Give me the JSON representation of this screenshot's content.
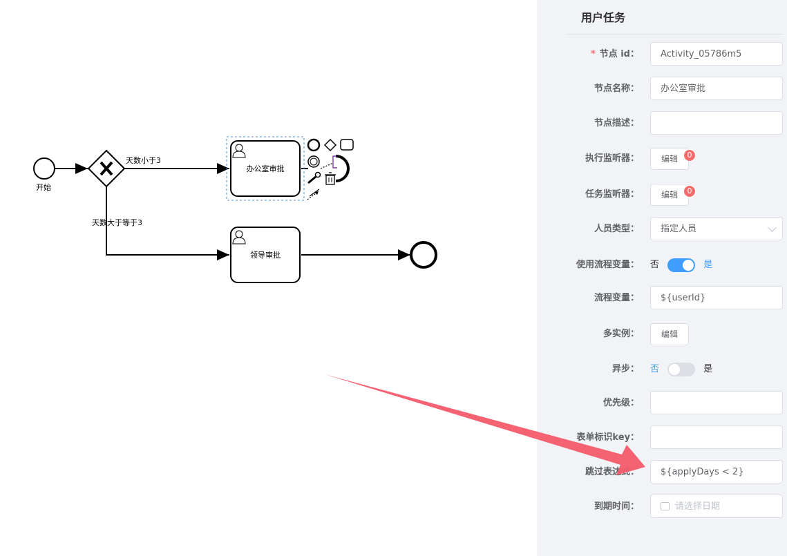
{
  "diagram": {
    "start_label": "开始",
    "flow_less_label": "天数小于3",
    "flow_gte_label": "天数大于等于3",
    "task_office_label": "办公室审批",
    "task_leader_label": "领导审批"
  },
  "panel": {
    "title": "用户任务",
    "node_id": {
      "label": "节点 id：",
      "required_mark": "*",
      "value": "Activity_05786m5"
    },
    "node_name": {
      "label": "节点名称：",
      "value": "办公室审批"
    },
    "node_desc": {
      "label": "节点描述：",
      "value": ""
    },
    "exec_listener": {
      "label": "执行监听器：",
      "button": "编辑",
      "badge": "0"
    },
    "task_listener": {
      "label": "任务监听器：",
      "button": "编辑",
      "badge": "0"
    },
    "assignee_type": {
      "label": "人员类型：",
      "value": "指定人员"
    },
    "use_variable": {
      "label": "使用流程变量：",
      "off_text": "否",
      "on_text": "是",
      "enabled": true
    },
    "variable": {
      "label": "流程变量：",
      "value": "${userId}"
    },
    "multi_instance": {
      "label": "多实例：",
      "button": "编辑"
    },
    "async": {
      "label": "异步：",
      "off_text": "否",
      "on_text": "是",
      "enabled": false
    },
    "priority": {
      "label": "优先级：",
      "value": ""
    },
    "form_key": {
      "label": "表单标识key：",
      "value": ""
    },
    "skip_expr": {
      "label": "跳过表达式：",
      "value": "${applyDays < 2}"
    },
    "due_date": {
      "label": "到期时间：",
      "placeholder": "请选择日期"
    }
  },
  "colors": {
    "accent": "#409eff",
    "badge": "#f56c6c",
    "arrow": "#f45a6a",
    "panel_bg": "#f2f3f6"
  },
  "icons": [
    "user-task-icon",
    "calendar-icon",
    "chevron-down-icon",
    "wrench-icon",
    "trash-icon",
    "connect-arrow-icon"
  ]
}
